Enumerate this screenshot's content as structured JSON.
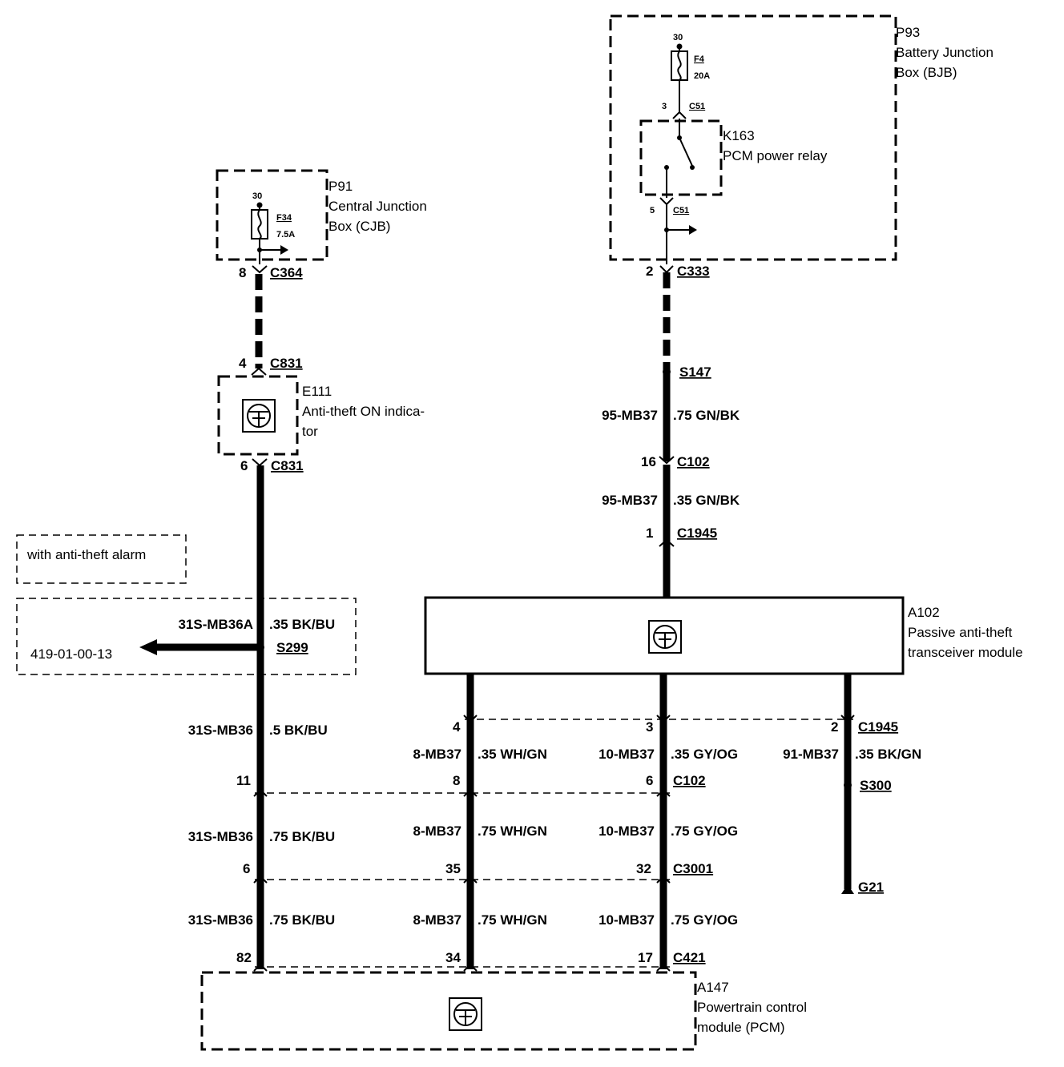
{
  "p93": {
    "id": "P93",
    "line1": "Battery Junction",
    "line2": "Box (BJB)"
  },
  "f4": {
    "top": "30",
    "name": "F4",
    "rating": "20A"
  },
  "c51_top": {
    "pin": "3",
    "name": "C51"
  },
  "k163": {
    "id": "K163",
    "name": "PCM power relay"
  },
  "c51_bot": {
    "pin": "5",
    "name": "C51"
  },
  "c333": {
    "pin": "2",
    "name": "C333"
  },
  "s147": "S147",
  "w95a": {
    "circuit": "95-MB37",
    "spec": ".75 GN/BK"
  },
  "c102_r": {
    "pin": "16",
    "name": "C102"
  },
  "w95b": {
    "circuit": "95-MB37",
    "spec": ".35 GN/BK"
  },
  "c1945_top": {
    "pin": "1",
    "name": "C1945"
  },
  "a102": {
    "id": "A102",
    "line1": "Passive anti-theft",
    "line2": "transceiver module"
  },
  "p91": {
    "id": "P91",
    "line1": "Central Junction",
    "line2": "Box (CJB)"
  },
  "f34": {
    "top": "30",
    "name": "F34",
    "rating": "7.5A"
  },
  "c364": {
    "pin": "8",
    "name": "C364"
  },
  "c831_top": {
    "pin": "4",
    "name": "C831"
  },
  "e111": {
    "id": "E111",
    "line1": "Anti-theft ON indica-",
    "line2": "tor"
  },
  "c831_bot": {
    "pin": "6",
    "name": "C831"
  },
  "alarm": {
    "label": "with anti-theft alarm"
  },
  "s299": {
    "circuit": "31S-MB36A",
    "spec": ".35 BK/BU",
    "name": "S299",
    "ref": "419-01-00-13"
  },
  "col1": {
    "w1": {
      "circuit": "31S-MB36",
      "spec": ".5 BK/BU"
    },
    "p1": "11",
    "w2": {
      "circuit": "31S-MB36",
      "spec": ".75 BK/BU"
    },
    "p2": "6",
    "w3": {
      "circuit": "31S-MB36",
      "spec": ".75 BK/BU"
    },
    "p3": "82"
  },
  "col2": {
    "ptop": "4",
    "w1": {
      "circuit": "8-MB37",
      "spec": ".35 WH/GN"
    },
    "p1": "8",
    "w2": {
      "circuit": "8-MB37",
      "spec": ".75 WH/GN"
    },
    "p2": "35",
    "w3": {
      "circuit": "8-MB37",
      "spec": ".75 WH/GN"
    },
    "p3": "34"
  },
  "col3": {
    "ptop": "3",
    "w1": {
      "circuit": "10-MB37",
      "spec": ".35 GY/OG"
    },
    "p1": "6",
    "w2": {
      "circuit": "10-MB37",
      "spec": ".75 GY/OG"
    },
    "p2": "32",
    "w3": {
      "circuit": "10-MB37",
      "spec": ".75 GY/OG"
    },
    "p3": "17"
  },
  "col4": {
    "ptop": "2",
    "w1": {
      "circuit": "91-MB37",
      "spec": ".35 BK/GN"
    },
    "splice": "S300",
    "ground": "G21"
  },
  "connectors": {
    "c1945": "C1945",
    "c102": "C102",
    "c3001": "C3001",
    "c421": "C421"
  },
  "a147": {
    "id": "A147",
    "line1": "Powertrain control",
    "line2": "module (PCM)"
  }
}
